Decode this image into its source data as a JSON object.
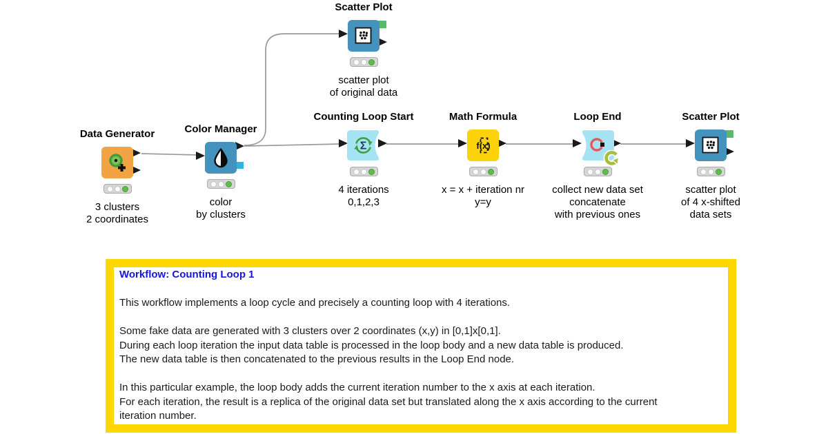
{
  "workflow": {
    "nodes": {
      "data_generator": {
        "title": "Data Generator",
        "comment": "3 clusters\n2 coordinates",
        "traffic_light": "green"
      },
      "color_manager": {
        "title": "Color Manager",
        "comment": "color\nby clusters",
        "traffic_light": "green"
      },
      "scatter_plot_top": {
        "title": "Scatter Plot",
        "comment": "scatter plot\nof original data",
        "traffic_light": "green"
      },
      "counting_loop_start": {
        "title": "Counting Loop Start",
        "comment": "4 iterations\n0,1,2,3",
        "icon_glyph": "Σ",
        "traffic_light": "green"
      },
      "math_formula": {
        "title": "Math Formula",
        "comment": "x = x + iteration nr\ny=y",
        "icon_glyph": "f(x)",
        "traffic_light": "green"
      },
      "loop_end": {
        "title": "Loop End",
        "comment": "collect new data set\nconcatenate\nwith previous ones",
        "traffic_light": "green"
      },
      "scatter_plot_right": {
        "title": "Scatter Plot",
        "comment": "scatter plot\nof 4 x-shifted\ndata sets",
        "traffic_light": "green"
      }
    },
    "connections": [
      {
        "from": "data_generator",
        "to": "color_manager"
      },
      {
        "from": "color_manager",
        "to": "scatter_plot_top"
      },
      {
        "from": "color_manager",
        "to": "counting_loop_start"
      },
      {
        "from": "counting_loop_start",
        "to": "math_formula"
      },
      {
        "from": "math_formula",
        "to": "loop_end"
      },
      {
        "from": "loop_end",
        "to": "scatter_plot_right"
      }
    ],
    "annotation": {
      "title": "Workflow: Counting Loop 1",
      "body": "\nThis workflow implements a loop cycle and precisely a counting loop with 4 iterations.\n\nSome fake data are generated with 3 clusters over 2 coordinates (x,y) in [0,1]x[0,1].\nDuring each loop iteration the input data table is processed in the loop body and a new data table is produced.\nThe new data table is then concatenated to the previous results in the Loop End node.\n\nIn this particular example, the loop body adds the current iteration number to the x axis at each iteration.\nFor each iteration, the result is a replica of the original data set but translated along the x axis according to the current\niteration number."
    }
  },
  "colors": {
    "node-orange": "#F2A444",
    "node-blue": "#4493BE",
    "node-cyan": "#A7E4F3",
    "node-yellow": "#FCD20B",
    "view-tab-green": "#56BB6C",
    "traffic-green": "#5FBE49",
    "traffic-bg": "#D6D6D6",
    "wire-gray": "#999999",
    "port-black": "#1A1A1A",
    "color-port-cyan": "#30B4DC",
    "annotation-border": "#FFD700",
    "annotation-title-blue": "#1714E0",
    "loop-badge-green": "#A6BE39",
    "loop-ring-red": "#E15B5B",
    "icon-arrow-green": "#3DA23D"
  }
}
